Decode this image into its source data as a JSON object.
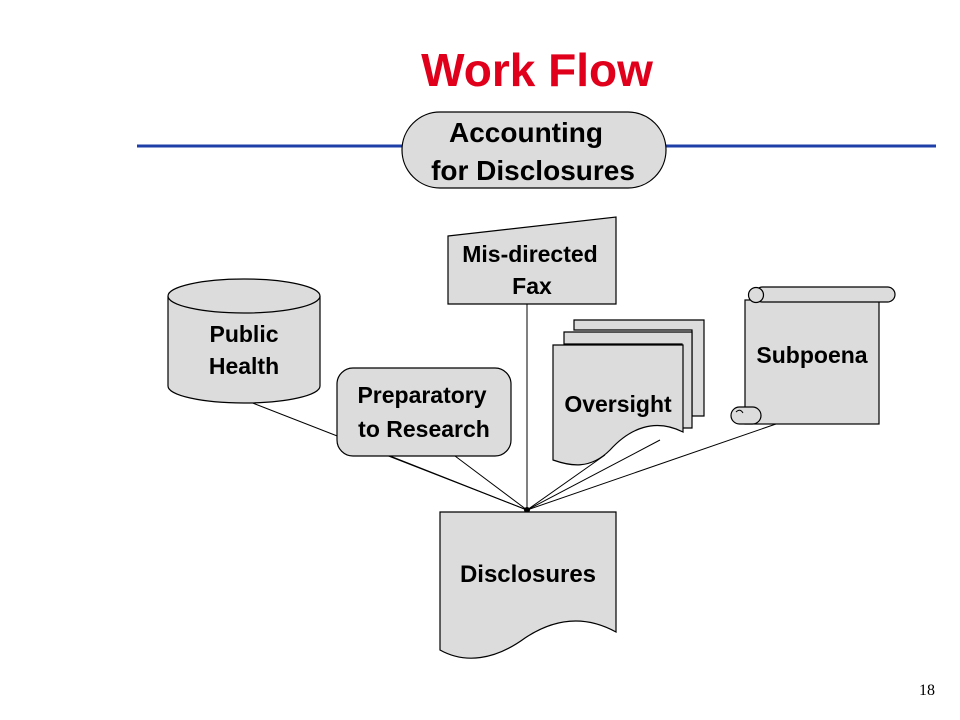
{
  "title": "Work Flow",
  "banner": {
    "line1": "Accounting",
    "line2": "for Disclosures"
  },
  "nodes": {
    "public_health": {
      "line1": "Public",
      "line2": "Health"
    },
    "preparatory": {
      "line1": "Preparatory",
      "line2": "to Research"
    },
    "misdirected": {
      "line1": "Mis-directed",
      "line2": "Fax"
    },
    "oversight": {
      "label": "Oversight"
    },
    "subpoena": {
      "label": "Subpoena"
    },
    "disclosures": {
      "label": "Disclosures"
    }
  },
  "page_number": "18",
  "colors": {
    "title": "#e0001b",
    "rule": "#1f3fa8",
    "shape_fill": "#dcdcdc",
    "stroke": "#000000"
  }
}
